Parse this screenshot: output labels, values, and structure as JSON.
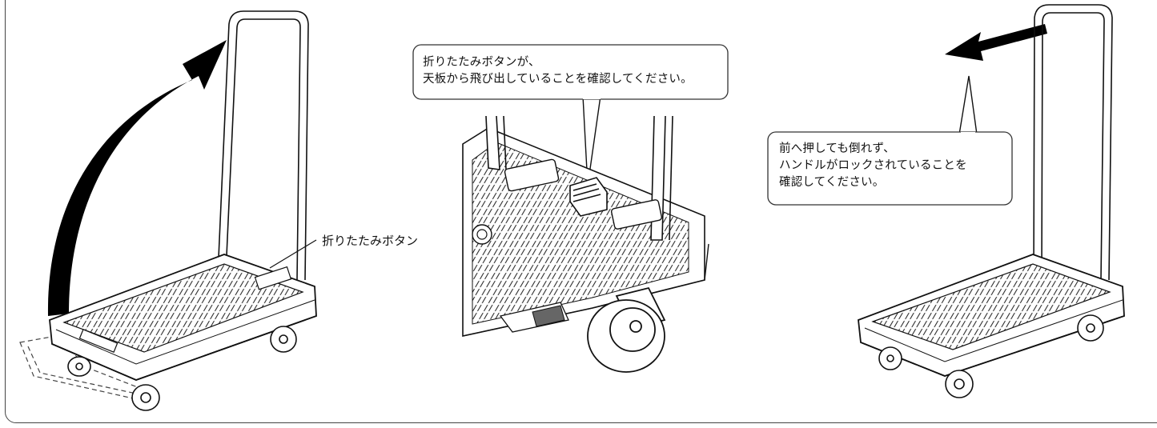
{
  "steps": {
    "step1": {
      "button_label": "折りたたみボタン"
    },
    "step2": {
      "callout": [
        "折りたたみボタンが、",
        "天板から飛び出していることを確認してください。"
      ]
    },
    "step3": {
      "callout": [
        "前へ押しても倒れず、",
        "ハンドルがロックされていることを",
        "確認してください。"
      ]
    }
  },
  "colors": {
    "line": "#111111",
    "arrow": "#000000",
    "background": "#ffffff"
  }
}
